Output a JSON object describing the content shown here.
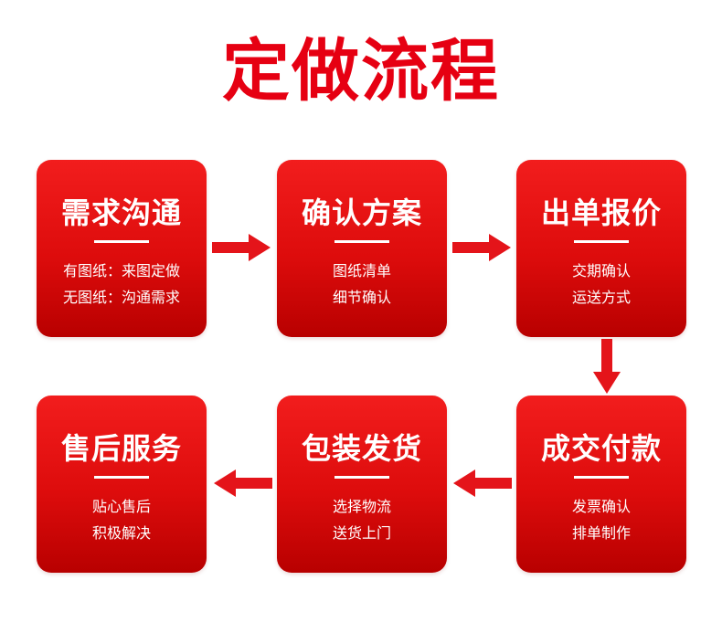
{
  "title": "定做流程",
  "colors": {
    "accent": "#e60012",
    "card_top": "#f21d1d",
    "card_bottom": "#b80000",
    "arrow": "#e4141a"
  },
  "steps": [
    {
      "title": "需求沟通",
      "lines": [
        "有图纸：来图定做",
        "无图纸：沟通需求"
      ]
    },
    {
      "title": "确认方案",
      "lines": [
        "图纸清单",
        "细节确认"
      ]
    },
    {
      "title": "出单报价",
      "lines": [
        "交期确认",
        "运送方式"
      ]
    },
    {
      "title": "成交付款",
      "lines": [
        "发票确认",
        "排单制作"
      ]
    },
    {
      "title": "包装发货",
      "lines": [
        "选择物流",
        "送货上门"
      ]
    },
    {
      "title": "售后服务",
      "lines": [
        "贴心售后",
        "积极解决"
      ]
    }
  ],
  "arrows": [
    "right",
    "right",
    "down",
    "left",
    "left"
  ]
}
